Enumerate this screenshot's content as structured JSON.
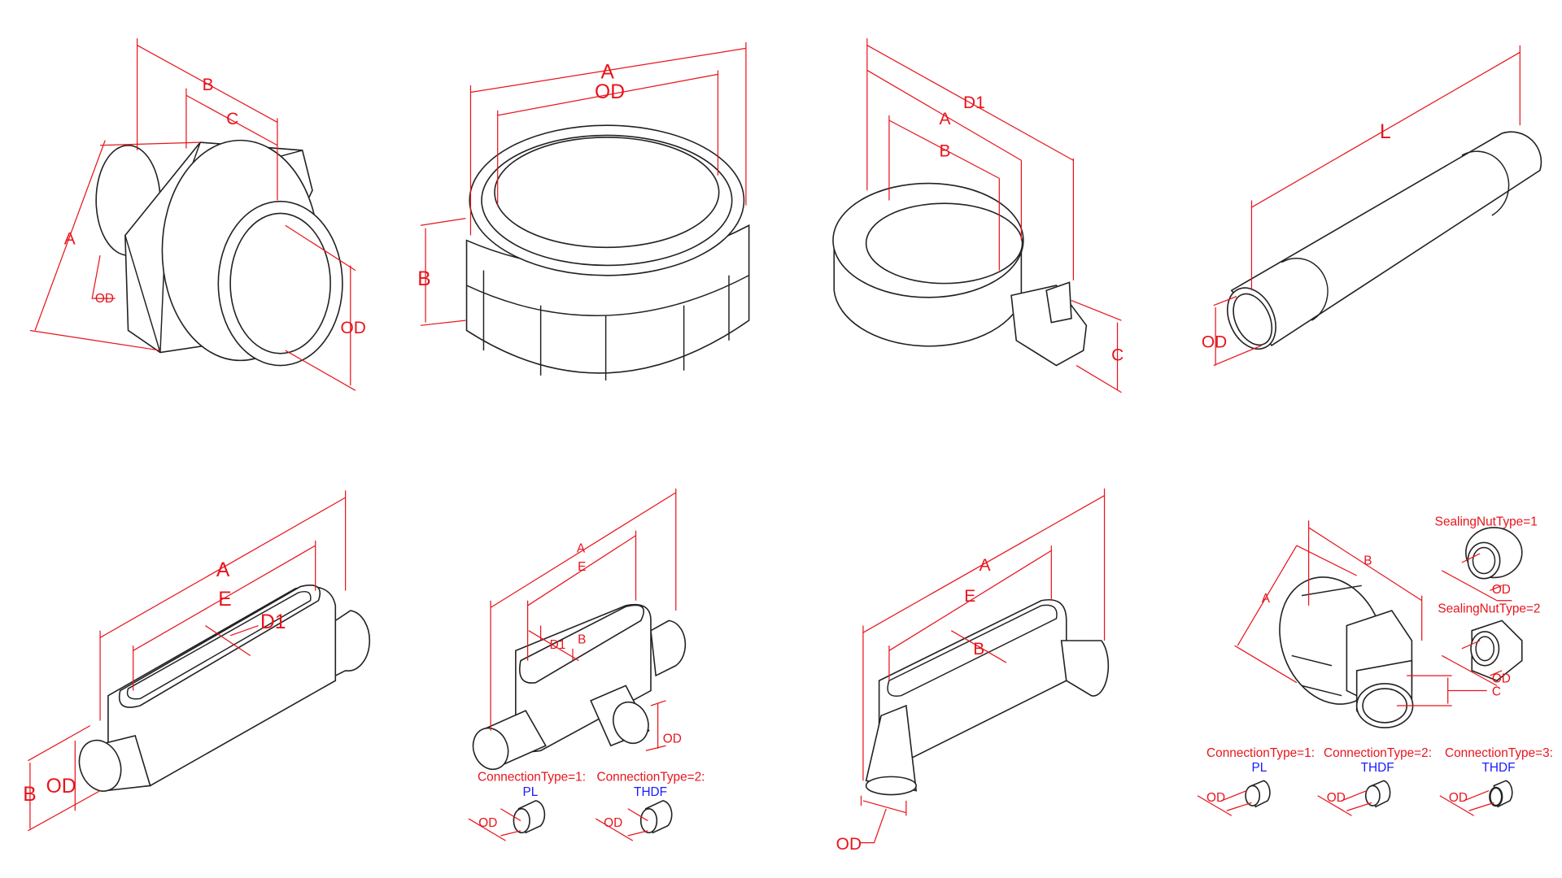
{
  "panels": {
    "hex_nipple": {
      "labels": [
        "B",
        "C",
        "A",
        "OD",
        "OD"
      ]
    },
    "locknut": {
      "labels": [
        "A",
        "OD",
        "B"
      ]
    },
    "ring_clamp": {
      "labels": [
        "D1",
        "A",
        "B",
        "C"
      ]
    },
    "pipe_nipple": {
      "labels": [
        "L",
        "OD"
      ]
    },
    "conduit_body_lb": {
      "labels": [
        "A",
        "E",
        "D1",
        "B",
        "OD"
      ]
    },
    "conduit_body_t": {
      "labels": [
        "A",
        "E",
        "D1",
        "B",
        "OD"
      ],
      "connection_types": [
        {
          "title": "ConnectionType=1:",
          "value": "PL",
          "od": "OD"
        },
        {
          "title": "ConnectionType=2:",
          "value": "THDF",
          "od": "OD"
        }
      ]
    },
    "conduit_body_ll": {
      "labels": [
        "A",
        "E",
        "B",
        "OD"
      ]
    },
    "connector": {
      "labels": [
        "B",
        "A",
        "C"
      ],
      "sealing_nuts": [
        {
          "title": "SealingNutType=1",
          "od": "OD"
        },
        {
          "title": "SealingNutType=2",
          "od": "OD"
        }
      ],
      "connection_types": [
        {
          "title": "ConnectionType=1:",
          "value": "PL",
          "od": "OD"
        },
        {
          "title": "ConnectionType=2:",
          "value": "THDF",
          "od": "OD"
        },
        {
          "title": "ConnectionType=3:",
          "value": "THDF",
          "od": "OD"
        }
      ]
    }
  },
  "colors": {
    "dimension": "#e8141c",
    "type_value": "#1a1aff",
    "outline": "#222222"
  }
}
